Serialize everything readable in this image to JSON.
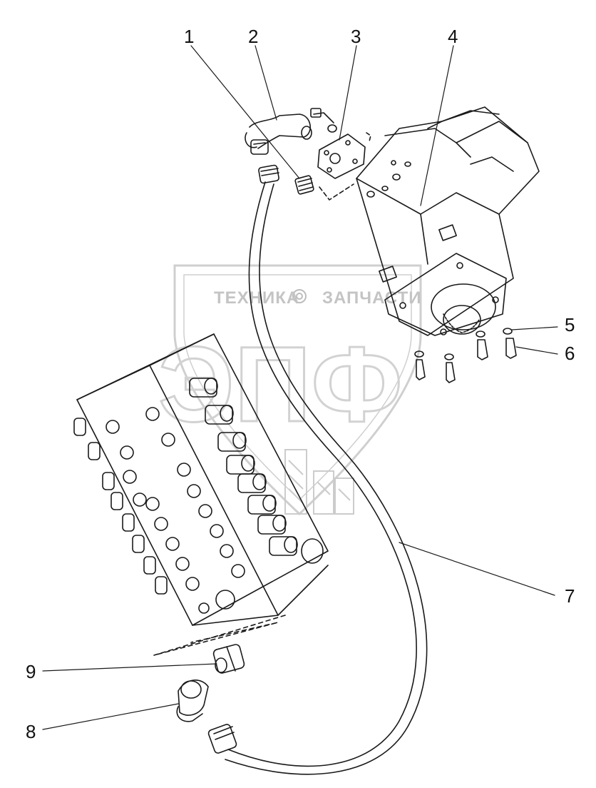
{
  "watermark": {
    "line1_left": "ТЕХНИКА",
    "line1_right": "ЗАПЧАСТИ",
    "logo": "ЭПФ",
    "color": "#c8c8c8"
  },
  "callouts": [
    {
      "id": "1",
      "label": "1"
    },
    {
      "id": "2",
      "label": "2"
    },
    {
      "id": "3",
      "label": "3"
    },
    {
      "id": "4",
      "label": "4"
    },
    {
      "id": "5",
      "label": "5"
    },
    {
      "id": "6",
      "label": "6"
    },
    {
      "id": "7",
      "label": "7"
    },
    {
      "id": "8",
      "label": "8"
    },
    {
      "id": "9",
      "label": "9"
    }
  ],
  "colors": {
    "line": "#1a1a1a",
    "background": "#ffffff"
  }
}
